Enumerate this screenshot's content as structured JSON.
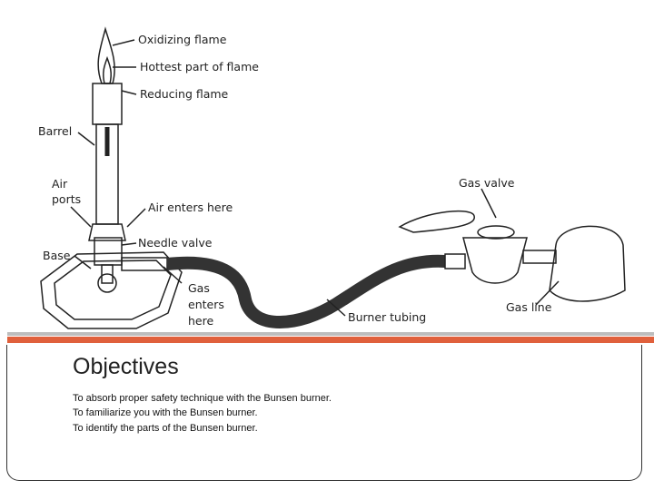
{
  "diagram": {
    "labels": {
      "oxidizing_flame": "Oxidizing flame",
      "hottest_part": "Hottest part of flame",
      "reducing_flame": "Reducing flame",
      "barrel": "Barrel",
      "air_ports_1": "Air",
      "air_ports_2": "ports",
      "air_enters": "Air enters here",
      "needle_valve": "Needle valve",
      "base": "Base",
      "gas_enters_1": "Gas",
      "gas_enters_2": "enters",
      "gas_enters_3": "here",
      "burner_tubing": "Burner tubing",
      "gas_valve": "Gas valve",
      "gas_line": "Gas line"
    }
  },
  "slide": {
    "title": "Objectives",
    "objectives": [
      "To absorb proper safety technique with the Bunsen burner.",
      "To familiarize you with the Bunsen burner.",
      "To identify the parts of the Bunsen burner."
    ]
  },
  "colors": {
    "accent_stripe": "#e0603c",
    "gray_stripe": "#bdbdbd"
  }
}
